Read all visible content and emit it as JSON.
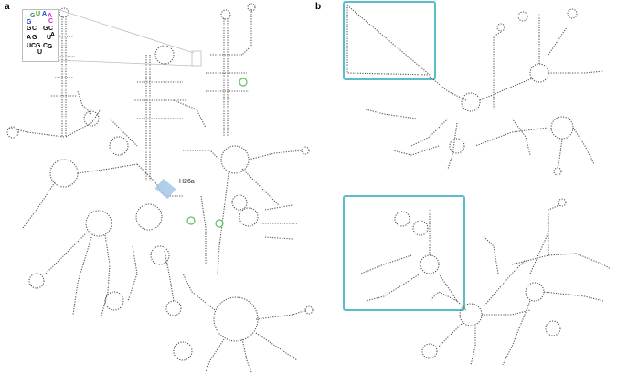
{
  "panels": [
    {
      "label": "a"
    },
    {
      "label": "b"
    }
  ],
  "annotation": "H26a",
  "inset": {
    "letters": [
      {
        "t": "G",
        "color": "#2e9a3e"
      },
      {
        "t": "U",
        "color": "#2e9a3e"
      },
      {
        "t": "A",
        "color": "#1f3fc7"
      },
      {
        "t": "A",
        "color": "#d21fc4"
      },
      {
        "t": "G",
        "color": "#1f3fc7"
      },
      {
        "t": "C",
        "color": "#d21fc4"
      },
      {
        "t": "G",
        "color": "#000000"
      },
      {
        "t": "C",
        "color": "#000000"
      },
      {
        "t": "C",
        "color": "#000000"
      },
      {
        "t": "G",
        "color": "#000000"
      },
      {
        "t": "A",
        "color": "#000000"
      },
      {
        "t": "U",
        "color": "#000000"
      },
      {
        "t": "G",
        "color": "#000000"
      },
      {
        "t": "A",
        "color": "#000000"
      },
      {
        "t": "U",
        "color": "#000000"
      },
      {
        "t": "G",
        "color": "#000000"
      },
      {
        "t": "C",
        "color": "#000000"
      },
      {
        "t": "C",
        "color": "#000000"
      },
      {
        "t": "G",
        "color": "#000000"
      },
      {
        "t": "U",
        "color": "#000000"
      }
    ]
  },
  "colors": {
    "outline": "#555555",
    "highlight_box": "#5bbccc",
    "highlight_fill": "#9ec3e6",
    "green_marker": "#5fbf5f",
    "inset_border": "#bdbdbd"
  }
}
